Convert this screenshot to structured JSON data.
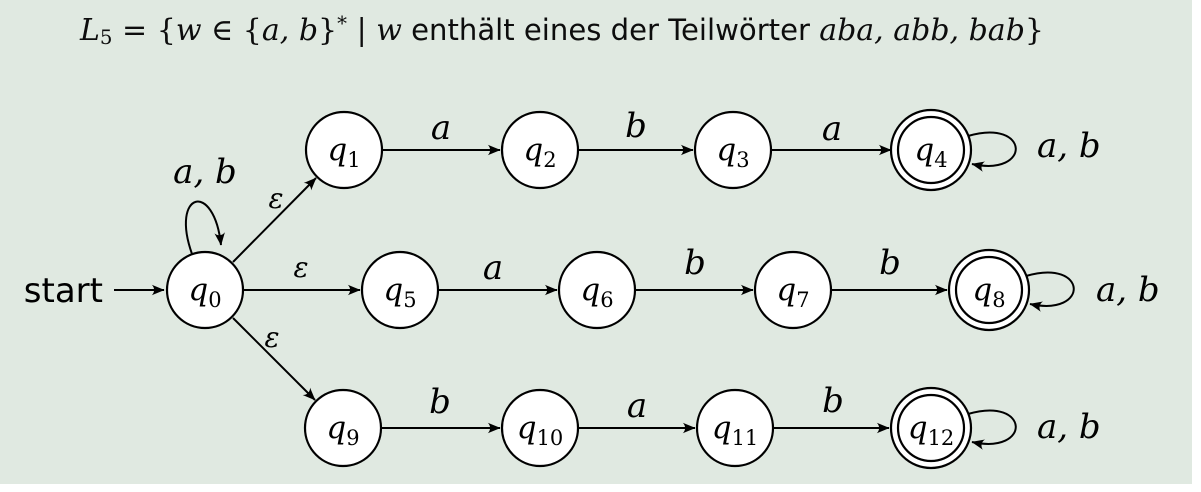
{
  "panel": {
    "background_color": "#e0e9e1",
    "ink_color": "#000000"
  },
  "title": {
    "full_text": "L5 = {w ∈ {a, b}* | w enthält eines der Teilwörter aba, abb, bab}",
    "parts": {
      "L": "L",
      "L_sub": "5",
      "eq_open": " = {",
      "w1": "w",
      "in_open": " ∈ {",
      "ab": "a, b",
      "close1": "}",
      "star": "*",
      "bar": " | ",
      "w2": "w",
      "german_text": " enthält eines der Teilwörter ",
      "words": "aba, abb, bab",
      "close2": "}"
    }
  },
  "start_label": "start",
  "states": [
    {
      "base": "q",
      "sub": "0",
      "accepting": false
    },
    {
      "base": "q",
      "sub": "1",
      "accepting": false
    },
    {
      "base": "q",
      "sub": "2",
      "accepting": false
    },
    {
      "base": "q",
      "sub": "3",
      "accepting": false
    },
    {
      "base": "q",
      "sub": "4",
      "accepting": true
    },
    {
      "base": "q",
      "sub": "5",
      "accepting": false
    },
    {
      "base": "q",
      "sub": "6",
      "accepting": false
    },
    {
      "base": "q",
      "sub": "7",
      "accepting": false
    },
    {
      "base": "q",
      "sub": "8",
      "accepting": true
    },
    {
      "base": "q",
      "sub": "9",
      "accepting": false
    },
    {
      "base": "q",
      "sub": "10",
      "accepting": false
    },
    {
      "base": "q",
      "sub": "11",
      "accepting": false
    },
    {
      "base": "q",
      "sub": "12",
      "accepting": true
    }
  ],
  "edges": [
    {
      "from": "q0",
      "to": "q1",
      "label": "ε"
    },
    {
      "from": "q0",
      "to": "q5",
      "label": "ε"
    },
    {
      "from": "q0",
      "to": "q9",
      "label": "ε"
    },
    {
      "from": "q1",
      "to": "q2",
      "label": "a"
    },
    {
      "from": "q2",
      "to": "q3",
      "label": "b"
    },
    {
      "from": "q3",
      "to": "q4",
      "label": "a"
    },
    {
      "from": "q5",
      "to": "q6",
      "label": "a"
    },
    {
      "from": "q6",
      "to": "q7",
      "label": "b"
    },
    {
      "from": "q7",
      "to": "q8",
      "label": "b"
    },
    {
      "from": "q9",
      "to": "q10",
      "label": "b"
    },
    {
      "from": "q10",
      "to": "q11",
      "label": "a"
    },
    {
      "from": "q11",
      "to": "q12",
      "label": "b"
    },
    {
      "from": "q0",
      "to": "q0",
      "label": "a, b"
    },
    {
      "from": "q4",
      "to": "q4",
      "label": "a, b"
    },
    {
      "from": "q8",
      "to": "q8",
      "label": "a, b"
    },
    {
      "from": "q12",
      "to": "q12",
      "label": "a, b"
    }
  ]
}
